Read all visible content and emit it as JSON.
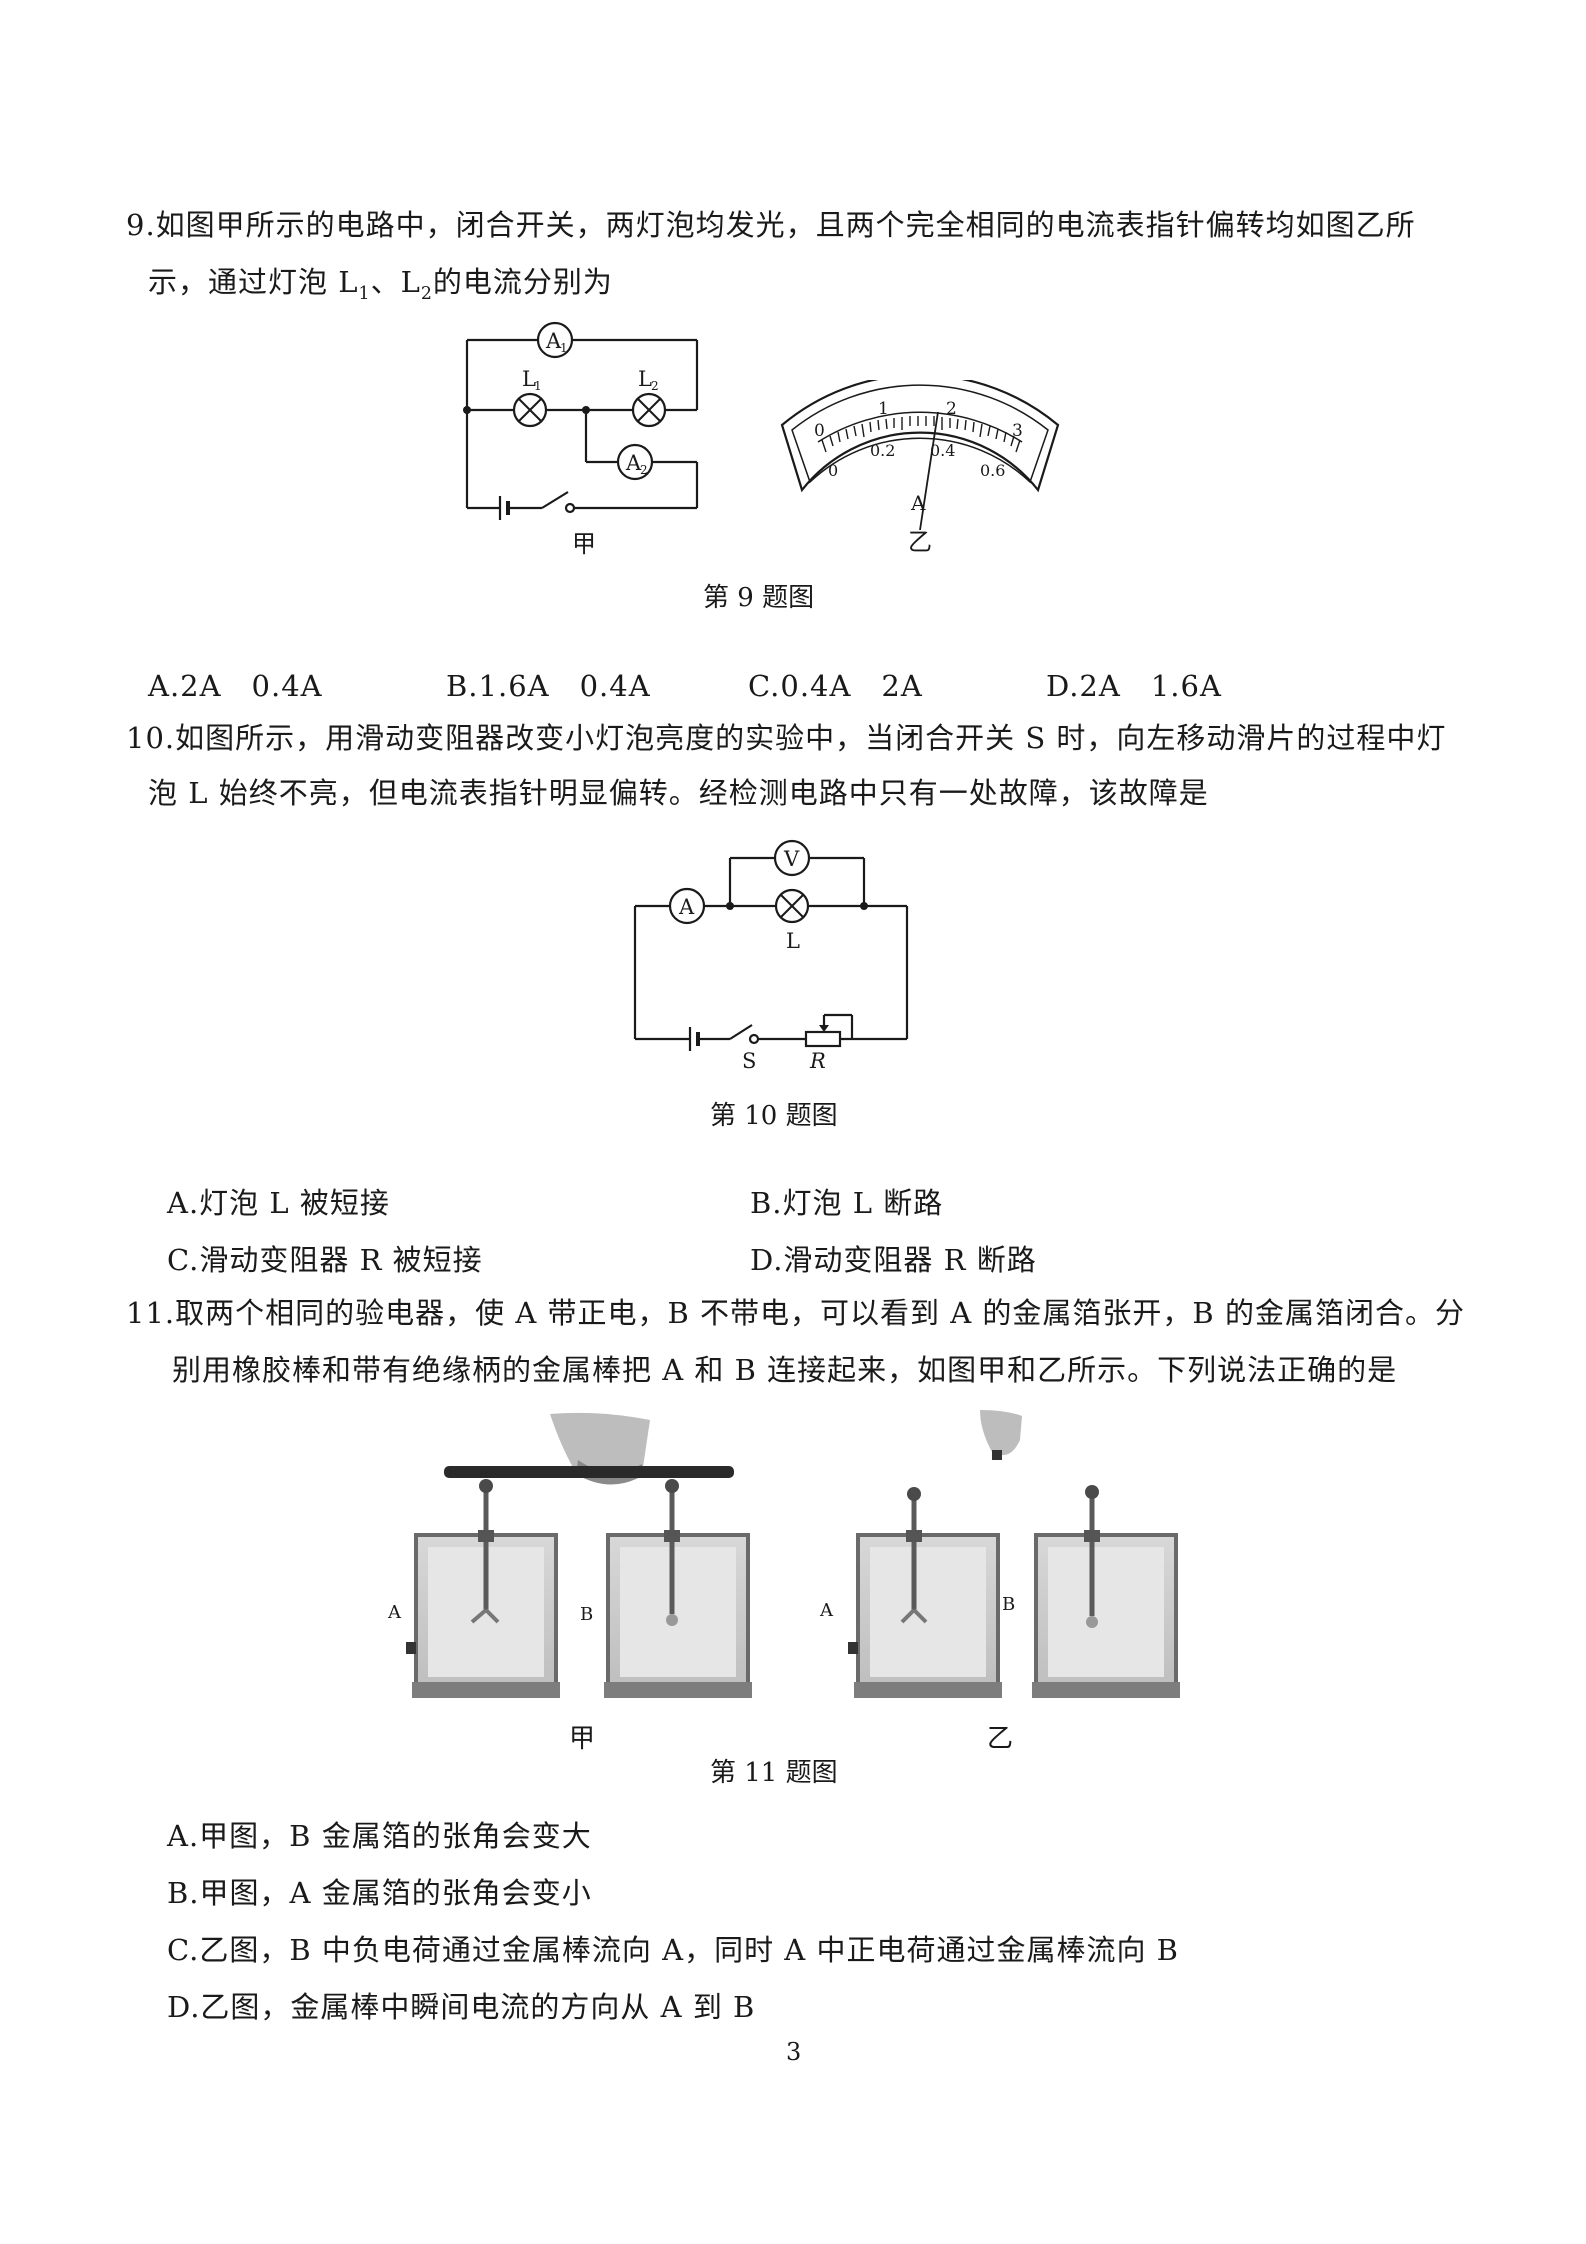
{
  "page_number": "3",
  "q9": {
    "line1": "9.如图甲所示的电路中，闭合开关，两灯泡均发光，且两个完全相同的电流表指针偏转均如图乙所",
    "line2_pre": "示，通过灯泡 L",
    "sub1": "1",
    "mid": "、L",
    "sub2": "2",
    "line2_post": "的电流分别为",
    "fig_left_label": "甲",
    "fig_right_label": "乙",
    "caption": "第 9 题图",
    "circuit": {
      "a1": "A",
      "a1_sub": "1",
      "a2": "A",
      "a2_sub": "2",
      "l1": "L",
      "l1_sub": "1",
      "l2": "L",
      "l2_sub": "2"
    },
    "meter": {
      "unit": "A",
      "outer_scale": [
        "0",
        "1",
        "2",
        "3"
      ],
      "inner_scale": [
        "0",
        "0.2",
        "0.4",
        "0.6"
      ]
    },
    "options": [
      "A.2A　0.4A",
      "B.1.6A　0.4A",
      "C.0.4A　2A",
      "D.2A　1.6A"
    ]
  },
  "q10": {
    "line1": "10.如图所示，用滑动变阻器改变小灯泡亮度的实验中，当闭合开关 S 时，向左移动滑片的过程中灯",
    "line2": "泡 L 始终不亮，但电流表指针明显偏转。经检测电路中只有一处故障，该故障是",
    "caption": "第 10 题图",
    "circuit": {
      "ammeter": "A",
      "voltmeter": "V",
      "lamp": "L",
      "switch": "S",
      "rheostat": "R"
    },
    "options": [
      "A.灯泡 L 被短接",
      "B.灯泡 L 断路",
      "C.滑动变阻器 R 被短接",
      "D.滑动变阻器 R 断路"
    ]
  },
  "q11": {
    "line1": "11.取两个相同的验电器，使 A 带正电，B 不带电，可以看到 A 的金属箔张开，B 的金属箔闭合。分",
    "line2": "别用橡胶棒和带有绝缘柄的金属棒把 A 和 B 连接起来，如图甲和乙所示。下列说法正确的是",
    "caption": "第 11 题图",
    "fig_left_label": "甲",
    "fig_right_label": "乙",
    "labels": {
      "a": "A",
      "b": "B"
    },
    "options": [
      "A.甲图，B 金属箔的张角会变大",
      "B.甲图，A 金属箔的张角会变小",
      "C.乙图，B 中负电荷通过金属棒流向 A，同时 A 中正电荷通过金属棒流向 B",
      "D.乙图，金属棒中瞬间电流的方向从 A 到 B"
    ]
  }
}
